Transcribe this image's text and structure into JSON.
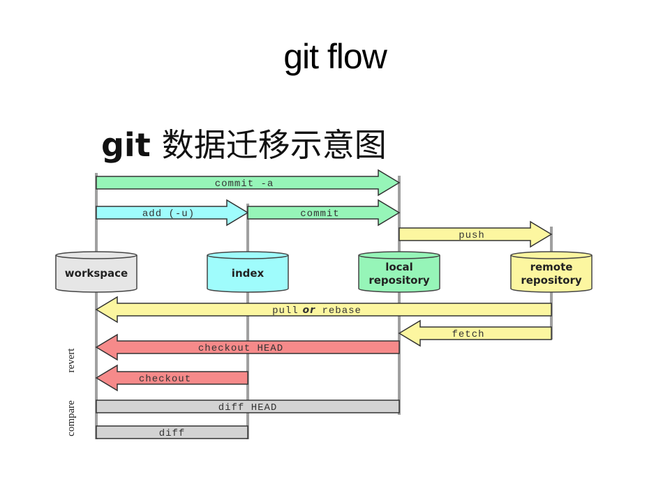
{
  "slide": {
    "title": "git flow"
  },
  "diagram": {
    "title_latin": "git",
    "title_cjk": "数据迁移示意图",
    "stores": [
      {
        "id": "workspace",
        "lines": [
          "workspace"
        ],
        "color": "#e6e6e6"
      },
      {
        "id": "index",
        "lines": [
          "index"
        ],
        "color": "#9ffcfc"
      },
      {
        "id": "local",
        "lines": [
          "local",
          "repository"
        ],
        "color": "#96f5b8"
      },
      {
        "id": "remote",
        "lines": [
          "remote",
          "repository"
        ],
        "color": "#fcf6a0"
      }
    ],
    "arrows": [
      {
        "label": "commit -a",
        "from": "workspace",
        "to": "local",
        "direction": "right",
        "color": "#96f5b8"
      },
      {
        "label": "add (-u)",
        "from": "workspace",
        "to": "index",
        "direction": "right",
        "color": "#9ffcfc"
      },
      {
        "label": "commit",
        "from": "index",
        "to": "local",
        "direction": "right",
        "color": "#96f5b8"
      },
      {
        "label": "push",
        "from": "local",
        "to": "remote",
        "direction": "right",
        "color": "#fcf6a0"
      },
      {
        "label_parts": [
          "pull",
          "or",
          "rebase"
        ],
        "from": "remote",
        "to": "workspace",
        "direction": "left",
        "color": "#fcf6a0"
      },
      {
        "label": "fetch",
        "from": "remote",
        "to": "local",
        "direction": "left",
        "color": "#fcf6a0"
      },
      {
        "label": "checkout HEAD",
        "from": "local",
        "to": "workspace",
        "direction": "left",
        "color": "#f68a8a"
      },
      {
        "label": "checkout",
        "from": "index",
        "to": "workspace",
        "direction": "left",
        "color": "#f68a8a"
      },
      {
        "label": "diff HEAD",
        "from": "workspace",
        "to": "local",
        "direction": "none",
        "color": "#d3d3d3"
      },
      {
        "label": "diff",
        "from": "workspace",
        "to": "index",
        "direction": "none",
        "color": "#d3d3d3"
      }
    ],
    "side_labels": [
      "revert",
      "compare"
    ]
  }
}
